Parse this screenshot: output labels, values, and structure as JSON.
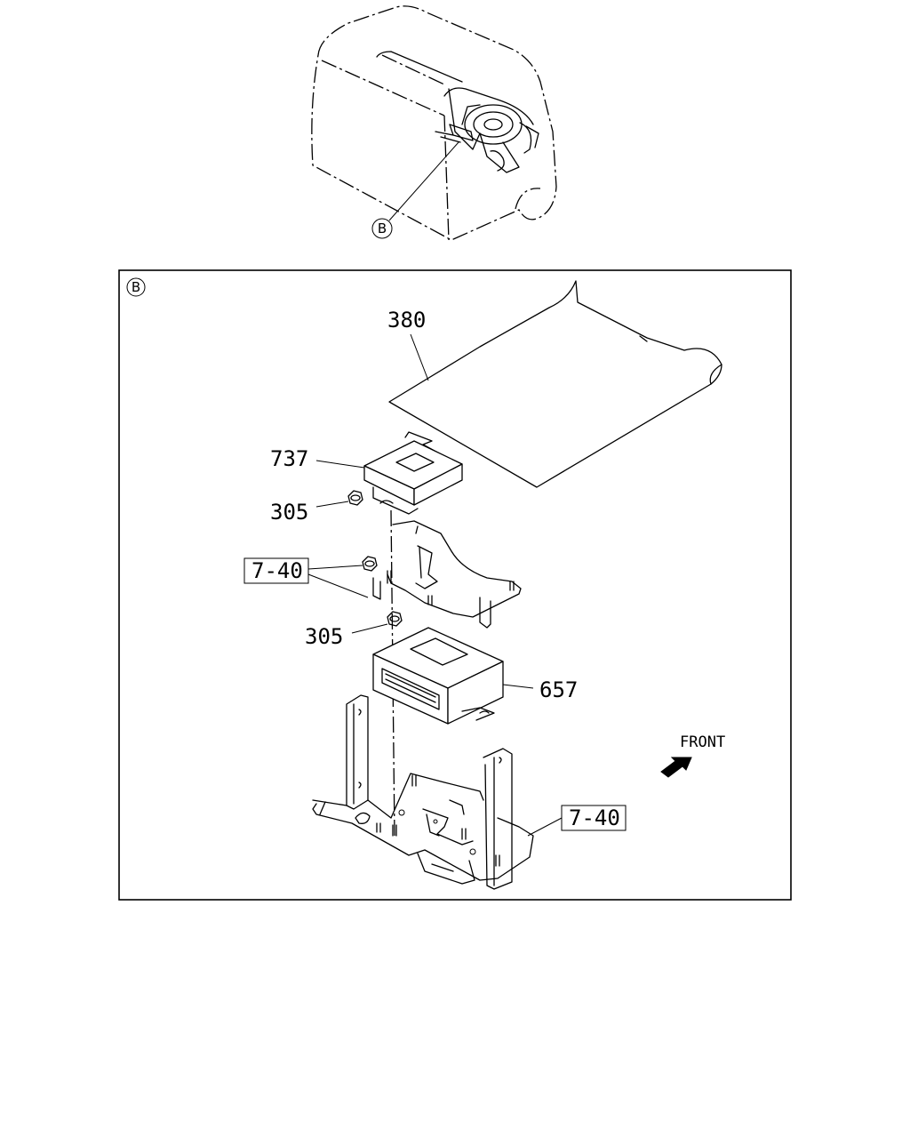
{
  "overview": {
    "detail_marker": "B"
  },
  "detail": {
    "detail_marker": "B",
    "callouts": {
      "part_380": "380",
      "part_737": "737",
      "part_305_upper": "305",
      "part_305_lower": "305",
      "part_657": "657",
      "ref_7_40_left": "7-40",
      "ref_7_40_right": "7-40"
    },
    "direction": {
      "label": "FRONT",
      "icon": "front-arrow-icon"
    }
  }
}
